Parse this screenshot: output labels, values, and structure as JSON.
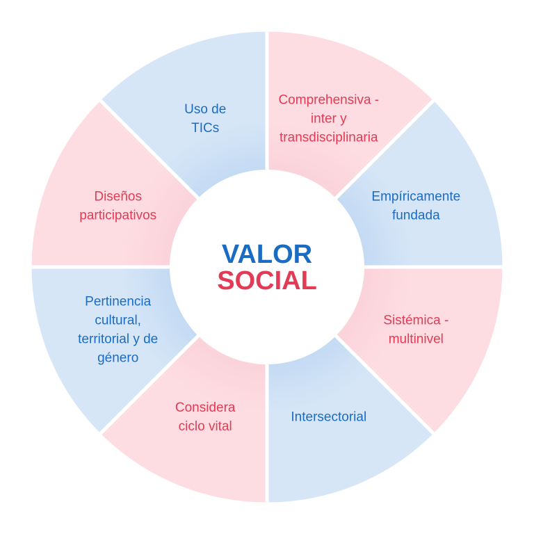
{
  "center": {
    "line1": "VALOR",
    "line2": "SOCIAL",
    "line1_color": "#1a6cc2",
    "line2_color": "#e23b55"
  },
  "colors": {
    "blue_fill": "#d6e6f7",
    "pink_fill": "#fddde2",
    "blue_text": "#1a6cc2",
    "pink_text": "#e23b55"
  },
  "segments": [
    {
      "lines": [
        "Comprehensiva -",
        "inter y",
        "transdisciplinaria"
      ],
      "tone": "pink"
    },
    {
      "lines": [
        "Empíricamente",
        "fundada"
      ],
      "tone": "blue"
    },
    {
      "lines": [
        "Sistémica -",
        "multinivel"
      ],
      "tone": "pink"
    },
    {
      "lines": [
        "Intersectorial"
      ],
      "tone": "blue"
    },
    {
      "lines": [
        "Considera",
        "ciclo vital"
      ],
      "tone": "pink"
    },
    {
      "lines": [
        "Pertinencia",
        "cultural,",
        "territorial y de",
        "género"
      ],
      "tone": "blue"
    },
    {
      "lines": [
        "Diseños",
        "participativos"
      ],
      "tone": "pink"
    },
    {
      "lines": [
        "Uso de",
        "TICs"
      ],
      "tone": "blue"
    }
  ]
}
